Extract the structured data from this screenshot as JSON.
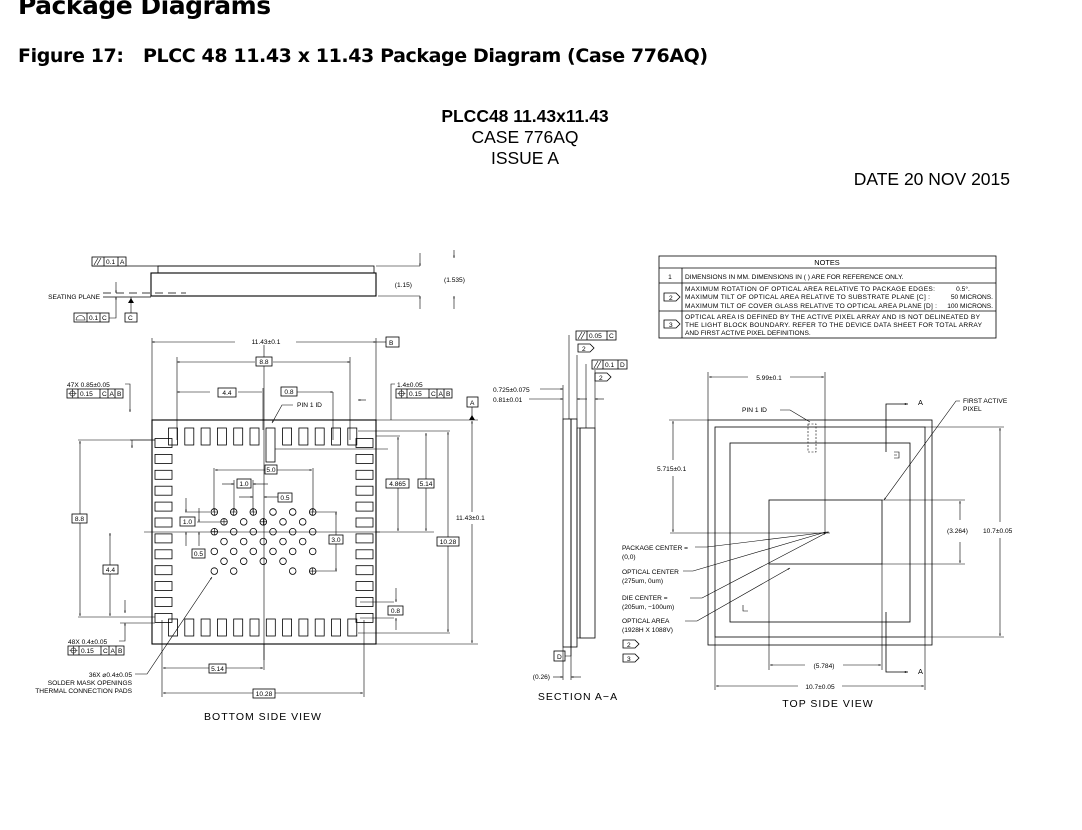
{
  "header": {
    "section_title": "Package Diagrams",
    "figure_label": "Figure 17:",
    "figure_title": "PLCC 48 11.43 x 11.43 Package Diagram (Case 776AQ)"
  },
  "drawing": {
    "title": "PLCC48 11.43x11.43",
    "case": "CASE 776AQ",
    "issue": "ISSUE A",
    "date": "DATE 20 NOV 2015"
  },
  "notes": {
    "heading": "NOTES",
    "n1_marker": "1",
    "n1_line1": "DIMENSIONS IN MM. DIMENSIONS IN ( ) ARE FOR REFERENCE ONLY.",
    "n2_marker": "2",
    "n2_line1": "MAXIMUM ROTATION OF OPTICAL AREA RELATIVE TO PACKAGE EDGES:",
    "n2_value1": "0.5°.",
    "n2_line2": "MAXIMUM TILT OF OPTICAL AREA RELATIVE TO SUBSTRATE PLANE [C] :",
    "n2_value2": "50 MICRONS.",
    "n2_line3": "MAXIMUM TILT OF COVER GLASS RELATIVE TO OPTICAL AREA PLANE [D] :",
    "n2_value3": "100 MICRONS.",
    "n3_marker": "3",
    "n3_line1": "OPTICAL AREA IS DEFINED BY THE ACTIVE PIXEL ARRAY AND IS NOT DELINEATED BY",
    "n3_line2": "THE LIGHT BLOCK BOUNDARY. REFER TO THE DEVICE DATA SHEET FOR TOTAL ARRAY",
    "n3_line3": "AND FIRST ACTIVE PIXEL DEFINITIONS."
  },
  "side_view": {
    "parallelism_tol": "0.1",
    "parallelism_datum": "A",
    "seating_plane": "SEATING PLANE",
    "flatness_tol": "0.1",
    "flatness_datum": "C",
    "datum_c": "C",
    "height_body": "(1.15)",
    "height_total": "(1.535)"
  },
  "bottom_view": {
    "width": "11.43±0.1",
    "datum_b": "B",
    "pad_span_h": "8.8",
    "pad_half_h": "4.4",
    "pad_pitch_h": "0.8",
    "pin1_id": "PIN 1 ID",
    "pad_count_note": "47X 0.85±0.05",
    "pos_tol": "0.15",
    "ref_c": "C",
    "ref_a": "A",
    "ref_b": "B",
    "pin1_len": "1.4±0.05",
    "datum_a": "A",
    "ball_span": "5.0",
    "ball_pitch": "1.0",
    "ball_half_pitch": "0.5",
    "ball_row_pitch": "1.0",
    "ball_row_half": "0.5",
    "ball_rows_span": "3.0",
    "dim_4865": "4.865",
    "dim_514_v": "5.14",
    "height": "11.43±0.1",
    "dim_1028_v": "10.28",
    "pad_span_v": "8.8",
    "pad_half_v": "4.4",
    "pad_pitch_v": "0.8",
    "pad_width_note": "48X 0.4±0.05",
    "ball_note": "36X ⌀0.4±0.05",
    "ball_note2": "SOLDER MASK OPENINGS",
    "ball_note3": "THERMAL CONNECTION PADS",
    "dim_514_h": "5.14",
    "dim_1028_h": "10.28",
    "caption": "BOTTOM SIDE VIEW"
  },
  "section_view": {
    "par1_tol": "0.05",
    "par1_datum": "C",
    "par1_note": "2",
    "par2_tol": "0.1",
    "par2_datum": "D",
    "par2_note": "2",
    "dim_glass": "0.725±0.075",
    "dim_sub": "0.81±0.01",
    "datum_d": "D",
    "dim_026": "(0.26)",
    "caption": "SECTION A−A"
  },
  "top_view": {
    "dim_x": "5.99±0.1",
    "pin1_id": "PIN 1 ID",
    "section_mark_top": "A",
    "first_pixel1": "FIRST ACTIVE",
    "first_pixel2": "PIXEL",
    "dim_y": "5.715±0.1",
    "dim_3264": "(3.264)",
    "dim_h": "10.7±0.05",
    "pkg_center1": "PACKAGE CENTER =",
    "pkg_center2": "(0,0)",
    "opt_center1": "OPTICAL CENTER",
    "opt_center2": "(275um, 0um)",
    "die_center1": "DIE CENTER =",
    "die_center2": "(205um, −100um)",
    "opt_area1": "OPTICAL AREA",
    "opt_area2": "(1928H X 1088V)",
    "note2": "2",
    "note3": "3",
    "dim_5784": "(5.784)",
    "section_mark_bottom": "A",
    "dim_w": "10.7±0.05",
    "caption": "TOP SIDE VIEW"
  }
}
